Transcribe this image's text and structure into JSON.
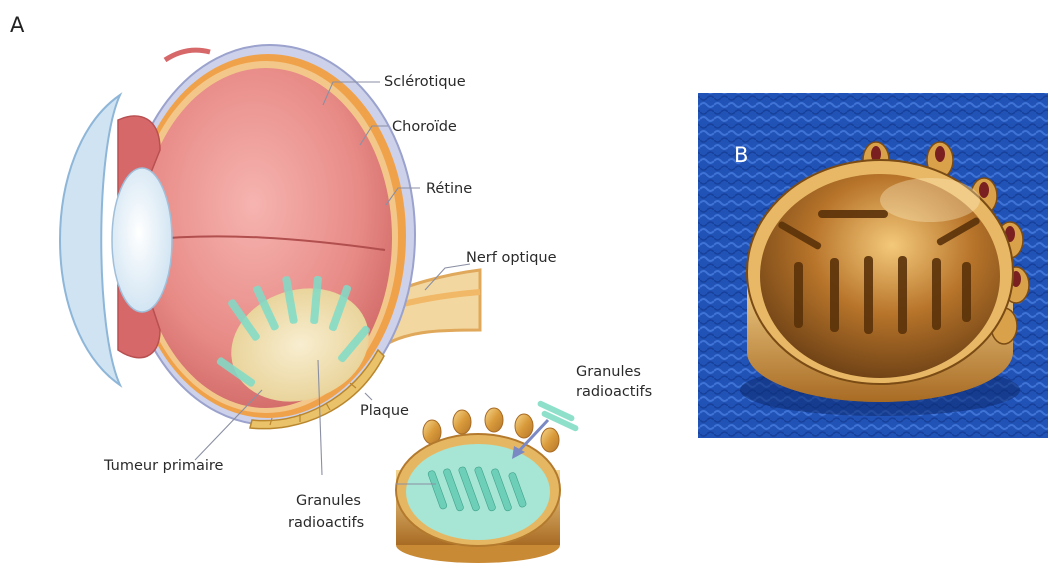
{
  "panels": {
    "a": "A",
    "b": "B"
  },
  "labels": {
    "sclerotique": "Sclérotique",
    "choroide": "Choroïde",
    "retine": "Rétine",
    "nerf_optique": "Nerf optique",
    "granules_top_1": "Granules",
    "granules_top_2": "radioactifs",
    "plaque": "Plaque",
    "tumeur": "Tumeur primaire",
    "granules_bottom_1": "Granules",
    "granules_bottom_2": "radioactifs"
  },
  "colors": {
    "sclera": "#c7cce6",
    "choroid": "#f0a24a",
    "vitreous": "#e98f8f",
    "vitreous_dark": "#c85b5b",
    "lens": "#e9f3fb",
    "cornea": "#b8d6ec",
    "tumor": "#f1e3b6",
    "seeds": "#7fdcc8",
    "plaque_gold": "#e3b25a",
    "photo_bg": "#1f4fb0"
  }
}
